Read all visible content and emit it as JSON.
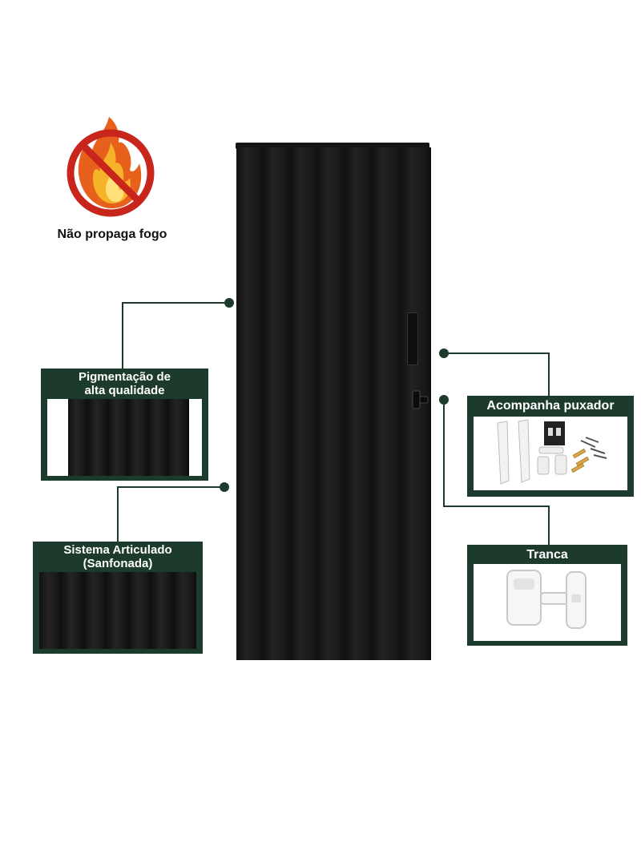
{
  "badge": {
    "caption": "Não propaga fogo",
    "icon": "no-fire-icon"
  },
  "features": {
    "pigmentacao": {
      "title_line1": "Pigmentação de",
      "title_line2": "alta qualidade"
    },
    "sistema": {
      "title_line1": "Sistema Articulado",
      "title_line2": "(Sanfonada)"
    },
    "puxador": {
      "title": "Acompanha puxador"
    },
    "tranca": {
      "title": "Tranca"
    }
  },
  "colors": {
    "accent": "#1d3b2c",
    "door": "#1a1a1a",
    "background": "#ffffff",
    "fire_red": "#c8251c",
    "fire_orange": "#f39a1e"
  }
}
